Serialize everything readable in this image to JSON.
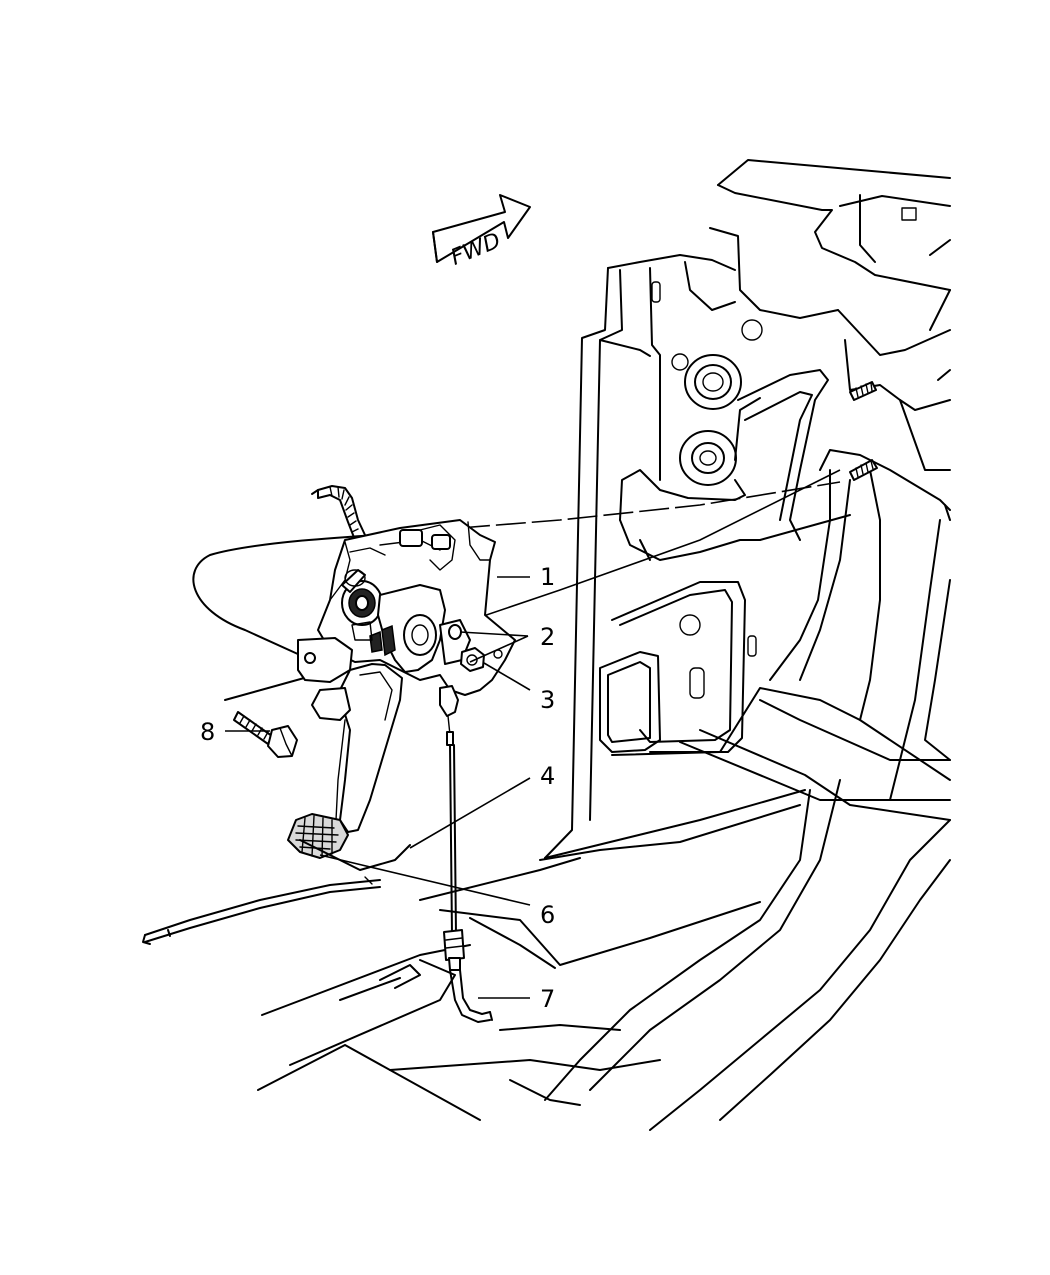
{
  "direction_indicator": {
    "label": "FWD"
  },
  "callouts": [
    {
      "id": "1",
      "label": "1"
    },
    {
      "id": "2",
      "label": "2"
    },
    {
      "id": "3",
      "label": "3"
    },
    {
      "id": "4",
      "label": "4"
    },
    {
      "id": "6",
      "label": "6"
    },
    {
      "id": "7",
      "label": "7"
    },
    {
      "id": "8",
      "label": "8"
    }
  ]
}
